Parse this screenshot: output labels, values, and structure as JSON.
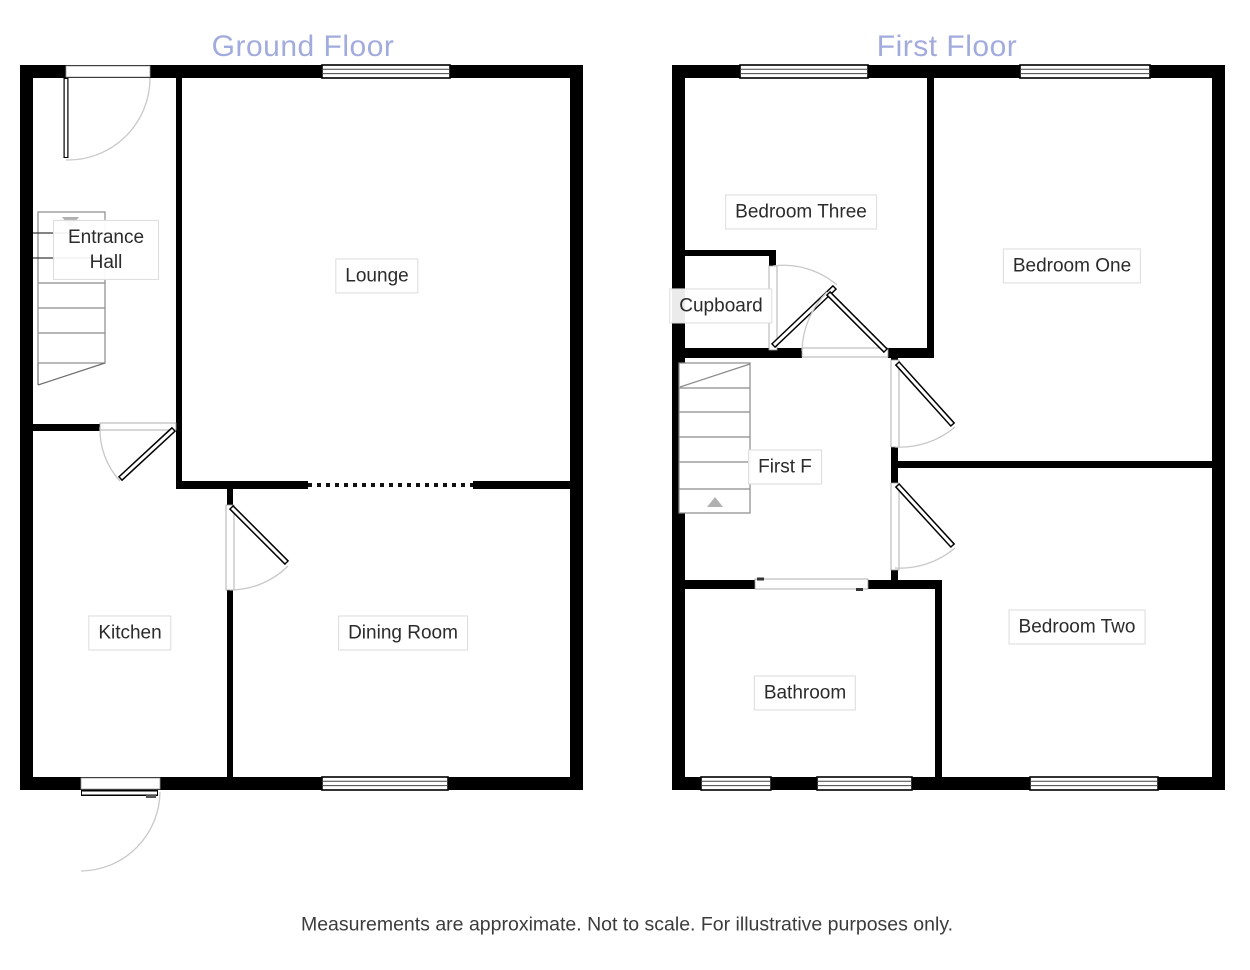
{
  "plans": {
    "ground": {
      "title": "Ground Floor",
      "rooms": {
        "entrance_hall": "Entrance Hall",
        "lounge": "Lounge",
        "kitchen": "Kitchen",
        "dining_room": "Dining Room"
      }
    },
    "first": {
      "title": "First Floor",
      "rooms": {
        "bedroom_three": "Bedroom Three",
        "cupboard": "Cupboard",
        "bedroom_one": "Bedroom One",
        "landing": "First F",
        "bathroom": "Bathroom",
        "bedroom_two": "Bedroom Two"
      }
    }
  },
  "footer": {
    "disclaimer": "Measurements are approximate. Not to scale. For illustrative purposes only."
  },
  "colors": {
    "title": "#a2abdd",
    "wall": "#000000",
    "label_border": "#dcdcdc",
    "label_text": "#2b2b2b",
    "stair_line": "#8a8a8a",
    "door_arc": "#c8c8c8",
    "arrow": "#b0b0b0"
  }
}
